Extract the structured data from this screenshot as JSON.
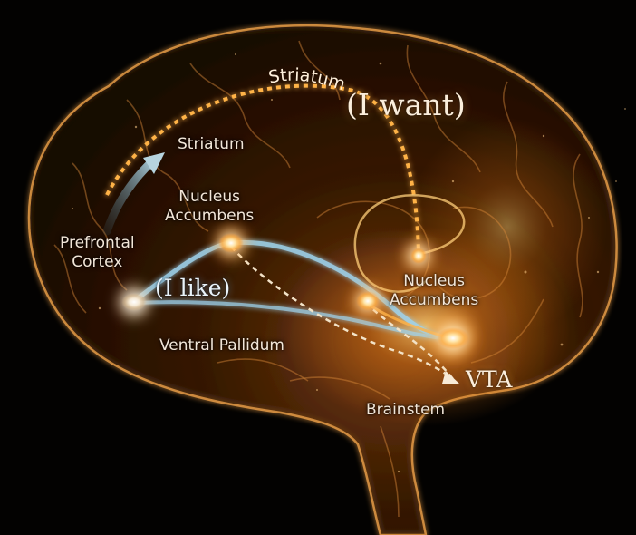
{
  "labels": {
    "striatum_top": "Striatum",
    "i_want": "(I want)",
    "striatum": "Striatum",
    "nucleus_accumbens_left": "Nucleus\nAccumbens",
    "prefrontal_cortex": "Prefrontal\nCortex",
    "i_like": "(I like)",
    "nucleus_accumbens_right": "Nucleus\nAccumbens",
    "ventral_pallidum": "Ventral Pallidum",
    "vta": "VTA",
    "brainstem": "Brainstem"
  },
  "colors": {
    "wanting_pathway": "#ffb347",
    "liking_pathway": "#9fd4ee",
    "brain_glow": "#c8701c",
    "background": "#030201"
  }
}
